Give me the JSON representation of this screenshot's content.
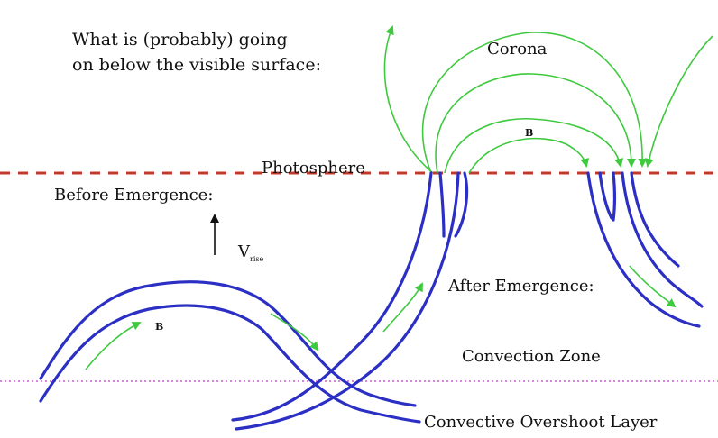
{
  "labels": {
    "intro_line1": "What is (probably) going",
    "intro_line2": "on below the visible surface:",
    "corona": "Corona",
    "photosphere": "Photosphere",
    "before_emergence": "Before Emergence:",
    "v_symbol": "V",
    "v_subscript": "rise",
    "field_symbol": "B",
    "after_emergence": "After Emergence:",
    "convection_zone": "Convection Zone",
    "overshoot_layer": "Convective Overshoot Layer"
  },
  "colors": {
    "flux_tube": "#2b2fc4",
    "field_line": "#3ec93e",
    "photosphere_line": "#c0392b",
    "overshoot_line": "#c03ac8",
    "text": "#111111"
  }
}
